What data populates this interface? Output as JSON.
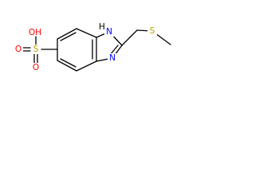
{
  "molecule": {
    "atoms": {
      "nh": "H",
      "n_upper": "N",
      "n_lower": "N",
      "s_thioether": "S",
      "s_sulfonyl": "S",
      "o_hydroxyl": "OH",
      "o_top": "O",
      "o_bottom": "O"
    },
    "colors": {
      "bond": "#000000",
      "nitrogen": "#0000ff",
      "oxygen": "#ff0000",
      "sulfur": "#b3a200",
      "hydrogen": "#000000"
    }
  }
}
